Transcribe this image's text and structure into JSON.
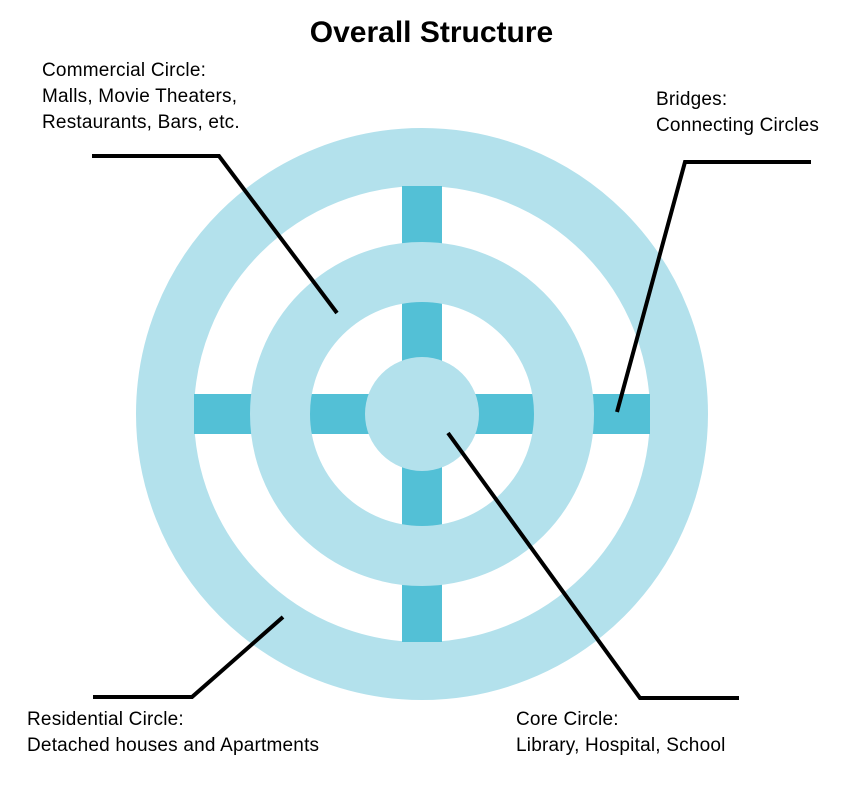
{
  "title": "Overall Structure",
  "colors": {
    "ring_light": "#b3e1ec",
    "bridge_dark": "#53c0d6",
    "line_black": "#000000",
    "text_black": "#000000",
    "background": "#ffffff"
  },
  "labels": {
    "commercial": {
      "lines": [
        "Commercial Circle:",
        "Malls, Movie Theaters,",
        "Restaurants, Bars, etc."
      ]
    },
    "bridges": {
      "lines": [
        "Bridges:",
        "Connecting Circles"
      ]
    },
    "residential": {
      "lines": [
        "Residential Circle:",
        "Detached houses and Apartments"
      ]
    },
    "core": {
      "lines": [
        "Core Circle:",
        "Library, Hospital, School"
      ]
    }
  }
}
